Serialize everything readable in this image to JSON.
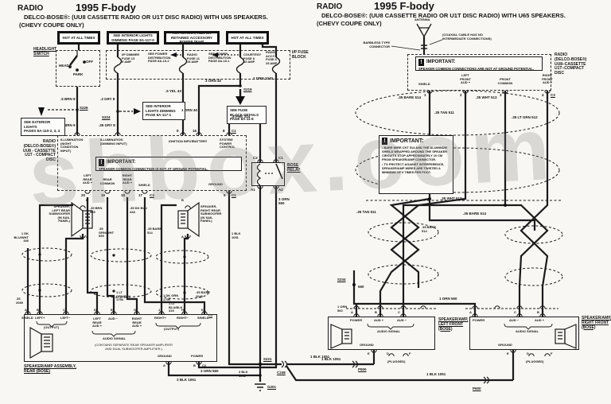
{
  "watermark": "shbox.com",
  "glyphs": {
    "bang": "!"
  },
  "header": {
    "section": "RADIO",
    "title": "1995 F-body",
    "subtitle1": "DELCO-BOSE®: (UU8 CASSETTE RADIO OR U1T DISC RADIO) WITH U65 SPEAKERS.",
    "subtitle2": "(CHEVY COUPE ONLY)"
  },
  "banners": {
    "hot1": "HOT AT ALL TIMES",
    "interior": "SEE INTERIOR LIGHTS\nDIMMING  PAGE 8A-117-0",
    "accy": "HOT IN ACCY, RUN OR RETAINED\nACCESSORY POWER (RAP)",
    "hot2": "HOT AT ALL TIMES"
  },
  "left": {
    "headlight": {
      "title": "HEADLIGHT\nSWITCH",
      "head": "HEAD",
      "off": "OFF",
      "park": "PARK"
    },
    "fuses": {
      "dimmer": "I/P DIMMER\nFUSE 13\n5 AMP",
      "radio": "RADIO\nFUSE 11\n15 AMP",
      "courtesy": "COURTESY\nFUSE 8\n15 AMP",
      "accy": "RADIO\nACCY\nFUSE 6\n25 AMP",
      "block": "I/P FUSE\nBLOCK",
      "pd1": "SEE POWER\nDISTRIBUTION\nPAGE 8A-10-2",
      "pd2": "SEE POWER\nDISTRIBUTION\nPAGE 8A-10-1"
    },
    "refs": {
      "exterior": "SEE EXTERIOR\nLIGHTS\nPAGES 8A-110-2, 3, 4",
      "interior": "SEE INTERIOR\nLIGHTS DIMMING\nPAGE 8A-117-1",
      "fuseblock": "SEE FUSE\nBLOCK DETAILS\nPAGE 8A-11-8"
    },
    "wires": {
      "brn5": ".5 BRN  9",
      "brn3": ".3 BRN  9",
      "gry3": ".3 GRY  8",
      "gry35": ".35 GRY  8",
      "yel": ".5 YEL  43",
      "orn3_40": "3 ORN  40",
      "orn1_40": "1 ORN  40",
      "pnk": ".8 PNK  314",
      "orn1040": "1 ORN  1040",
      "orn560_relay": "3 ORN\n560",
      "orn560_amp": "3 ORN  560",
      "blk_radio": "1 BLK\n1051",
      "blk3_amp": "3 BLK  1051",
      "blk3_gnd": "3 BLK\n1051",
      "blk_c248a": "1 BLK  1051",
      "blk_c248b": "1 BLK  1051",
      "sub_lr": ".35 BRN\n589",
      "sub_rr": ".35 DK BLU\n348",
      "lf_out": "1 DK\nBLU/WHT\n346",
      "lr_com": ".35\nGRN/WHT\n599",
      "shield514": ".35 BARE\n514",
      "shield2089": ".35\n2089",
      "amp_lr": "1 LT\nGRN/BLK\n1794",
      "amp_rr1": "1 DK GRN\n1795",
      "amp_rr2": "1 LT\nBLU/BLK\n315",
      "shield2046": ".35 BARE\n2046"
    },
    "splices": {
      "s226": "S226",
      "s224": "S224",
      "s219": "S219",
      "s221": "S221",
      "g201": "G201",
      "c248": "C248"
    },
    "radio": {
      "name": "RADIO\n(DELCO-BOSE®)\nUU8 - CASSETTE\nU1T - COMPACT DISC",
      "in1": "ILLUMINATION\n(NIGHT CONDITION\nINPUT)",
      "in2": "ILLUMINATION\n(DIMMING INPUT)",
      "in3": "IGNITION INPUT",
      "in4": "BATTERY",
      "in5": "SYSTEM\nPOWER\nCONTROL",
      "in6": "GROUND",
      "imp_title": "IMPORTANT:",
      "imp_text": "SPEAKER COMMON CONNECTION IS NOT AT GROUND POTENTIAL.",
      "out1": "LEFT\nREAR\nAUD +",
      "out2": "REAR\nCOMMON",
      "out3": "RIGHT\nREAR\nAUD +",
      "out4": "SHIELD",
      "p20": "20",
      "p19": "19",
      "p18": "18",
      "p17": "17",
      "c3": "C3",
      "p9": "9",
      "p16": "16",
      "p8": "8",
      "c1a": "C1",
      "p5": "5",
      "c1b": "C1"
    },
    "relay": {
      "title": "BOSE\nRELAY",
      "c2": "C2",
      "c1": "C1",
      "a1": "A1",
      "a2": "A2"
    },
    "speakers": {
      "lr": "SPEAKER,\nLEFT REAR\nSUBWOOFER\n(IN SAIL\nPANEL)",
      "rr": "SPEAKER,\nRIGHT REAR\nSUBWOOFER\n(IN SAIL\nPANEL)",
      "pa": "A",
      "pb": "B"
    },
    "amp": {
      "la": "A",
      "lb": "B",
      "lc": "C",
      "ld": "D",
      "le": "E",
      "lg": "G",
      "lj": "J",
      "lh": "H",
      "lk": "K",
      "c1": "C1",
      "shield1": "SHIELD",
      "leftp": "LEFT+",
      "leftm": "LEFT−",
      "out1": "(OUTPUT)",
      "lraud": "LEFT\nREAR\nAUD +",
      "audm": "AUD −",
      "rraud": "RIGHT\nREAR\nAUD +",
      "audio": "AUDIO SIGNAL",
      "contains": "(CONTAINS SEPARATE REAR SPEAKER AMPLIFIER\nAND DUAL SUBWOOFER AMPLIFIER.)",
      "rightp": "RIGHT+",
      "rightm": "RIGHT−",
      "shield2": "SHIELD",
      "out2": "(OUTPUT)",
      "ground": "GROUND",
      "power": "POWER",
      "pgnd": "A",
      "ppwr": "B",
      "c2": "C2",
      "label": "SPEAKER/AMP ASSEMBLY,\nREAR (BOSE)"
    }
  },
  "right": {
    "antenna": {
      "label": "ANTENNA",
      "barbless": "BARBLESS TYPE\nCONNECTOR",
      "coax": "(COAXIAL CABLE HAS NO\nINTERMEDIATE CONNECTIONS)"
    },
    "radio": {
      "name": "RADIO\n(DELCO-BOSE®)\nUU8–CASSETTE\nU1T–COMPACT DISC",
      "imp_title": "IMPORTANT:",
      "imp_text": "SPEAKER COMMON CONNECTIONS ARE NOT AT GROUND POTENTIAL.",
      "out1": "SHIELD",
      "out2": "LEFT\nFRONT\nAUD +",
      "out3": "FRONT\nCOMMON",
      "out4": "RIGHT\nFRONT\nAUD +",
      "p1": "1",
      "p2": "2",
      "p3": "3",
      "p4": "4",
      "c3": "C3"
    },
    "note": {
      "title": "IMPORTANT:",
      "b1": "•  BARE WIRE CKT 514 AND THE ALUMINUM SHIELD WRAPPED AROUND THE SPEAKER CIRCUITS STOP APPROXIMATELY 10 CM FROM SPEAKER/AMP CONNECTOR.",
      "b2": "•  TO PROTECT AGAINST INTERFERENCE, SPEAKER/AMP WIRES ARE TWISTED A MINIMUM OF 9 TIMES PER FOOT."
    },
    "wires": {
      "bare_a": ".35 BARE  514",
      "tan_a": ".35 TAN  511",
      "wht_a": ".35 WHT  513",
      "ltgrn": ".35 LT GRN  512",
      "tan_b": ".35 TAN  511",
      "bare_b": ".35 BARE\n514",
      "wht_b": ".35 WHT  513",
      "bare_c": ".35 BARE  514",
      "s234": "S234",
      "c560": "560",
      "orn_a": "1 ORN  560",
      "orn_b": "1 ORN\n560",
      "blk_a": "1 BLK  1051",
      "blk_b": "1 BLK  1051",
      "p500": "P500",
      "p600": "P600"
    },
    "amp_left": {
      "power": "POWER",
      "audp": "AUD +",
      "audm": "AUD −",
      "audio": "AUDIO SIGNAL",
      "ground": "GROUND",
      "plugged": "(PLUGGED)",
      "label": "SPEAKER/AMP,\nLEFT FRONT\n(BOSE)",
      "pa": "A",
      "pb": "B",
      "pc": "C",
      "pe": "E",
      "pd": "D",
      "pf": "F"
    },
    "amp_right": {
      "power": "POWER",
      "audm": "AUD −",
      "audp": "AUD +",
      "audio": "AUDIO SIGNAL",
      "ground": "GROUND",
      "plugged": "(PLUGGED)",
      "label": "SPEAKER/AMP,\nRIGHT FRONT\n(BOSE)",
      "pa": "A",
      "pc": "C",
      "pb": "B",
      "pe": "E",
      "pd": "D",
      "pf": "F"
    }
  }
}
